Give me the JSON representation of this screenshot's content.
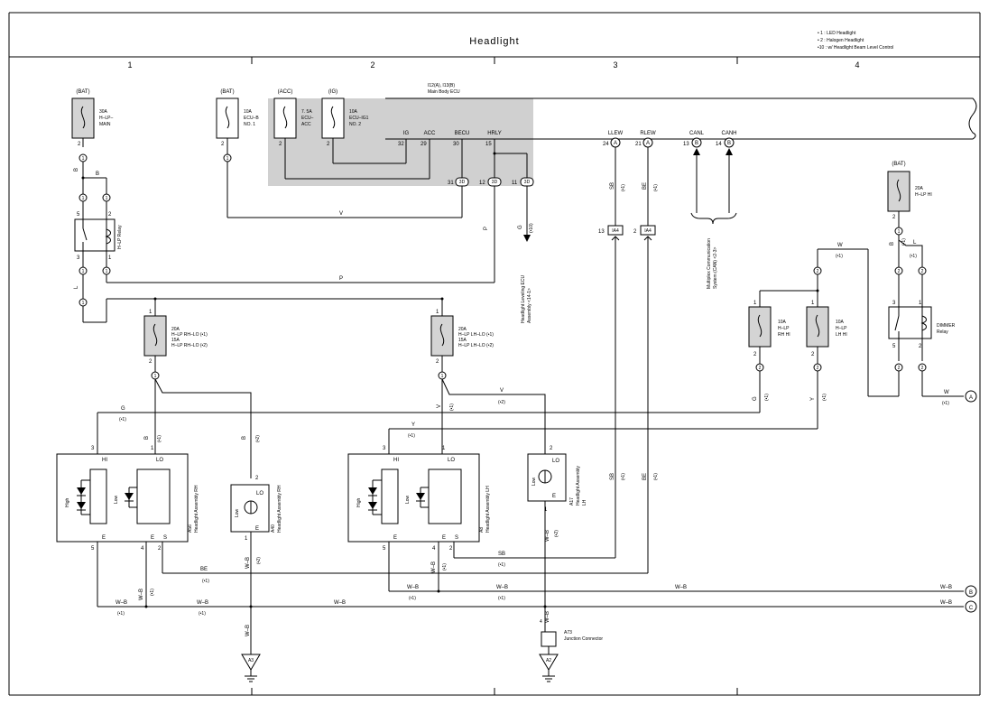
{
  "header": {
    "title": "Headlight",
    "notes": [
      "• 1 : LED Headlight",
      "• 2 : Halogen Headlight",
      "•10 : w/ Headlight Beam Level Control"
    ],
    "columns": [
      "1",
      "2",
      "3",
      "4"
    ]
  },
  "power": {
    "bat": "(BAT)",
    "acc": "(ACC)",
    "ig": "(IG)"
  },
  "fuses": {
    "hlp_main": [
      "30A",
      "H–LP–",
      "MAIN"
    ],
    "ecu_b": [
      "10A",
      "ECU–B",
      "NO. 1"
    ],
    "ecu_acc": [
      "7. 5A",
      "ECU–",
      "ACC"
    ],
    "ecu_ig1": [
      "10A",
      "ECU–IG1",
      "NO. 2"
    ],
    "hlp_rh_lo": [
      "20A",
      "H–LP RH–LO (•1)",
      "15A",
      "H–LP RH–LO (•2)"
    ],
    "hlp_lh_lo": [
      "20A",
      "H–LP LH–LO (•1)",
      "15A",
      "H–LP LH–LO (•2)"
    ],
    "hlp_hi": [
      "20A",
      "H–LP HI"
    ],
    "hlp_rh_hi": [
      "10A",
      "H–LP",
      "RH HI"
    ],
    "hlp_lh_hi": [
      "10A",
      "H–LP",
      "LH HI"
    ]
  },
  "ecu": {
    "title": [
      "I12(A), I13(B)",
      "Main Body ECU"
    ],
    "pins": [
      "IG",
      "ACC",
      "BECU",
      "HRLY",
      "LLEW",
      "RLEW",
      "CANL",
      "CANH"
    ],
    "pin_numbers": [
      "32",
      "29",
      "30",
      "15",
      "24",
      "21",
      "13",
      "14"
    ],
    "connector_codes": [
      "A",
      "A",
      "B",
      "B"
    ],
    "lower_numbers": [
      "31",
      "12",
      "11"
    ]
  },
  "relays": {
    "hlp": "H–LP Relay",
    "dimmer": [
      "DIMMER",
      "Relay"
    ]
  },
  "components": {
    "a56": [
      "A56",
      "Headlight Assembly RH"
    ],
    "a40": [
      "A40",
      "Headlight Assembly RH"
    ],
    "a8": [
      "A8",
      "Headlight Assembly LH"
    ],
    "a17": [
      "A17",
      "Headlight Assembly",
      "LH"
    ],
    "a73": [
      "A73",
      "Junction Connector"
    ],
    "leveling": [
      "Headlight Leveling ECU",
      "Assembly <14-1>"
    ],
    "mcs": [
      "Multiplex Communication",
      "System (CAN) <2-3>"
    ]
  },
  "terms": {
    "hi": "HI",
    "lo": "LO",
    "high": "High",
    "low": "Low",
    "e": "E",
    "s": "S",
    "one": "1",
    "two": "2",
    "three": "3",
    "four": "4",
    "five": "5",
    "eleven": "11",
    "thirteen": "13",
    "ia4": "IA4",
    "d3": "3D",
    "a3": "A3",
    "a2": "A2",
    "A": "A",
    "B": "B",
    "C": "C"
  },
  "wires": {
    "B": "B",
    "V": "V",
    "P": "P",
    "L": "L",
    "G": "G",
    "Y": "Y",
    "W": "W",
    "SB": "SB",
    "BE": "BE",
    "WB": "W–B",
    "n1": "(•1)",
    "n2": "(•2)",
    "n10": "(•10)"
  },
  "colors": {
    "line": "#000000",
    "fuse_fill": "#d4d4d4",
    "ecu_fill": "#d0d0d0",
    "page": "#ffffff"
  }
}
